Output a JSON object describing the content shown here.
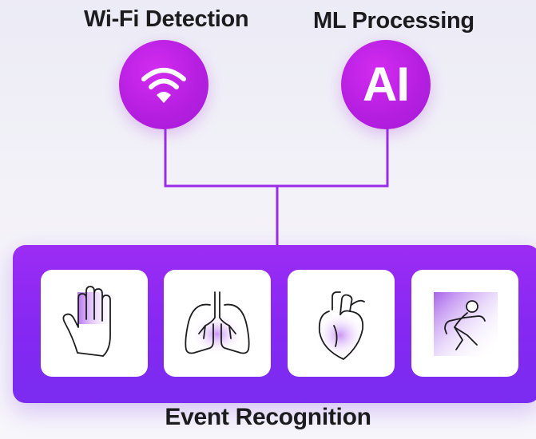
{
  "nodes": {
    "wifi": {
      "label": "Wi-Fi Detection",
      "icon": "wifi-icon"
    },
    "ml": {
      "label": "ML Processing",
      "icon_text": "AI"
    }
  },
  "event_recognition": {
    "label": "Event Recognition",
    "icons": [
      "hand-icon",
      "lungs-icon",
      "heart-icon",
      "falling-person-icon"
    ]
  },
  "colors": {
    "accent": "#b61fe0",
    "panel": "#8a2af3",
    "connector": "#9a2ce8",
    "text": "#1c1c1f"
  }
}
